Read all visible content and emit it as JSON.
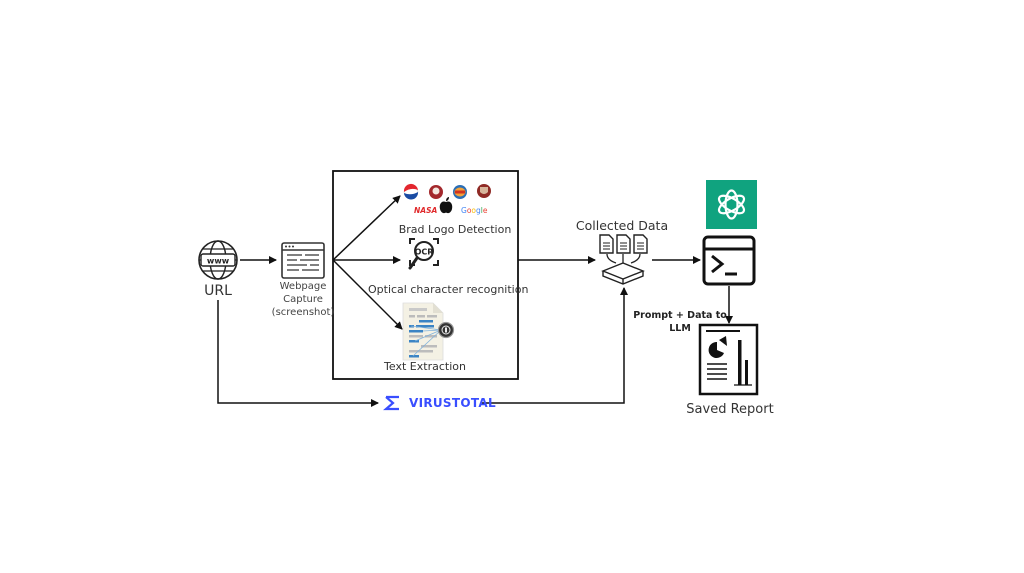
{
  "diagram": {
    "nodes": {
      "url": {
        "label": "URL",
        "icon": "globe-www-icon"
      },
      "capture": {
        "label_lines": [
          "Webpage",
          "Capture",
          "(screenshot)"
        ],
        "icon": "browser-window-icon"
      },
      "logo": {
        "label": "Brad Logo Detection",
        "icon": "brand-logos-icon",
        "logos": [
          "Pepsi",
          "KFC",
          "Burger King",
          "Harvard",
          "NASA",
          "Apple",
          "Google"
        ],
        "nasa_text": "NASA",
        "google_text": "Google"
      },
      "ocr": {
        "label": "Optical character recognition",
        "icon": "ocr-magnifier-icon",
        "icon_text": "OCR"
      },
      "text": {
        "label": "Text Extraction",
        "icon": "document-extraction-icon"
      },
      "collected": {
        "label": "Collected Data",
        "icon": "data-merge-icon"
      },
      "llm": {
        "icon": "openai-logo-icon",
        "brand_color": "#10a37f"
      },
      "terminal": {
        "icon": "terminal-icon"
      },
      "report": {
        "label": "Saved Report",
        "icon": "report-document-icon"
      },
      "virustotal": {
        "label": "VIRUSTOTAL",
        "icon": "virustotal-sigma-icon",
        "brand_color": "#394eff"
      }
    },
    "edges": [
      {
        "from": "url",
        "to": "capture"
      },
      {
        "from": "capture",
        "to": "logo"
      },
      {
        "from": "capture",
        "to": "ocr"
      },
      {
        "from": "capture",
        "to": "text"
      },
      {
        "from": "processing-box",
        "to": "collected"
      },
      {
        "from": "collected",
        "to": "terminal"
      },
      {
        "from": "terminal",
        "to": "report",
        "label_lines": [
          "Prompt + Data to",
          "LLM"
        ]
      },
      {
        "from": "url",
        "to": "virustotal"
      },
      {
        "from": "virustotal",
        "to": "collected"
      }
    ]
  }
}
